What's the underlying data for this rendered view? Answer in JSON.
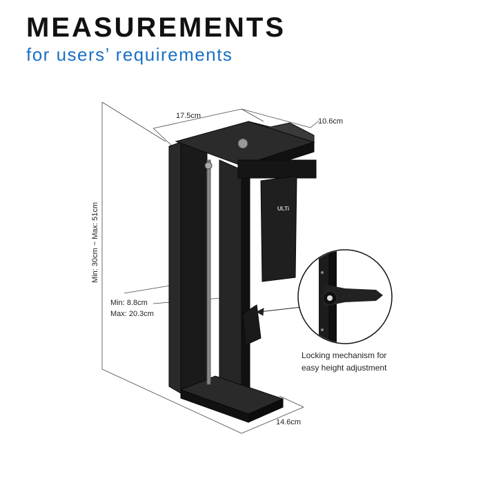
{
  "header": {
    "title": "MEASUREMENTS",
    "subtitle": "for users’ requirements"
  },
  "dimensions": {
    "top_width": "17.5cm",
    "top_depth": "10.6cm",
    "height_range": "Min: 30cm ~ Max: 51cm",
    "width_min": "Min: 8.8cm",
    "width_max": "Max: 20.3cm",
    "base_depth": "14.6cm"
  },
  "callout": {
    "line1": "Locking mechanism for",
    "line2": "easy height adjustment"
  },
  "product": {
    "logo_text": "ULTi"
  },
  "colors": {
    "title": "#111111",
    "subtitle": "#1b6fc4",
    "bracket": "#1c1c1c"
  }
}
